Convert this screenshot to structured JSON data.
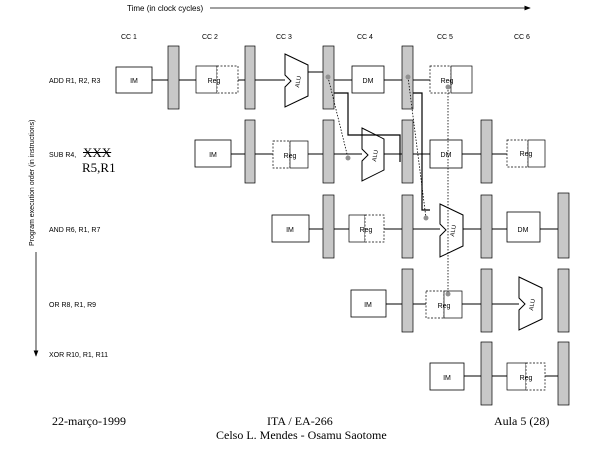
{
  "header": {
    "time_label": "Time (in clock cycles)",
    "cycles": [
      "CC 1",
      "CC 2",
      "CC 3",
      "CC 4",
      "CC 5",
      "CC 6"
    ]
  },
  "side_label": "Program execution order (in instructions)",
  "instructions": [
    {
      "text": "ADD R1, R2, R3",
      "stages": [
        "IM",
        "Reg",
        "ALU",
        "DM",
        "Reg"
      ]
    },
    {
      "text": "SUB R4,",
      "struck": "XXX",
      "second_line": "R5,R1",
      "stages": [
        "IM",
        "Reg",
        "ALU",
        "DM",
        "Reg"
      ]
    },
    {
      "text": "AND R6, R1, R7",
      "stages": [
        "IM",
        "Reg",
        "ALU",
        "DM"
      ]
    },
    {
      "text": "OR R8, R1, R9",
      "stages": [
        "IM",
        "Reg",
        "ALU"
      ]
    },
    {
      "text": "XOR R10, R1, R11",
      "stages": [
        "IM",
        "Reg"
      ]
    }
  ],
  "footer": {
    "date": "22-março-1999",
    "course": "ITA / EA-266",
    "authors": "Celso L. Mendes - Osamu Saotome",
    "page": "Aula 5 (28)"
  },
  "colors": {
    "ink": "#000000",
    "latch": "#c8c8c8",
    "dot": "#909090",
    "paper": "#ffffff"
  }
}
